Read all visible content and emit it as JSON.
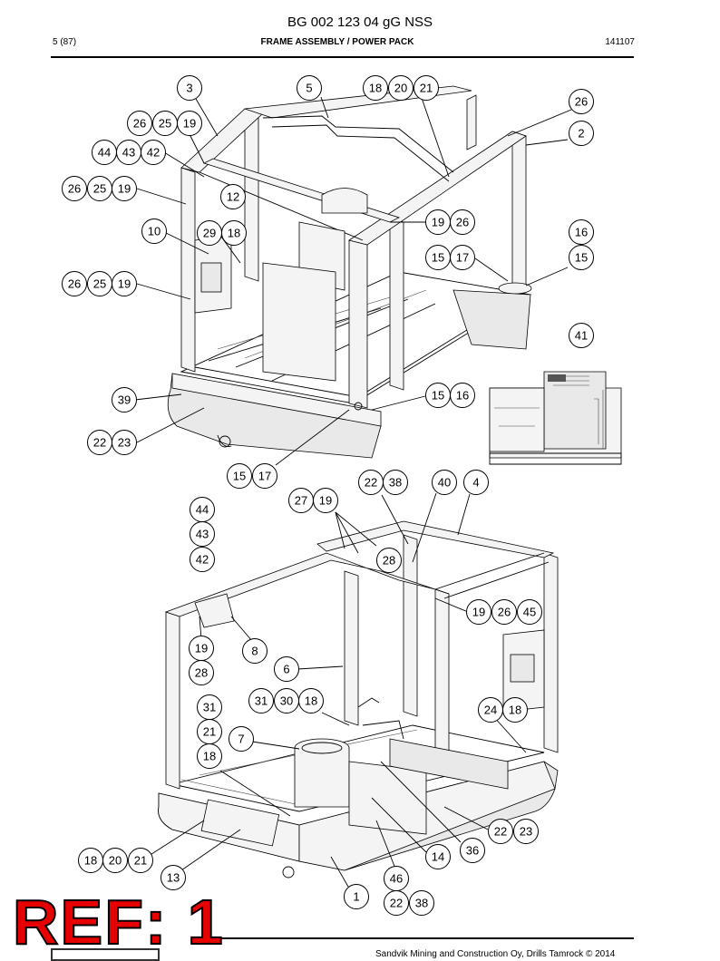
{
  "header": {
    "doc_number": "BG 002 123 04 gG NSS",
    "page": "5 (87)",
    "section_title": "FRAME ASSEMBLY / POWER PACK",
    "date_code": "141107"
  },
  "footer": {
    "copyright": "Sandvik Mining and Construction Oy, Drills Tamrock © 2014"
  },
  "stamp": {
    "text": "REF: 1",
    "color": "#e60000"
  },
  "callouts": {
    "upper": [
      "3",
      "5",
      "18",
      "20",
      "21",
      "26",
      "2",
      "26",
      "25",
      "19",
      "44",
      "43",
      "42",
      "26",
      "25",
      "19",
      "12",
      "10",
      "29",
      "18",
      "19",
      "26",
      "16",
      "15",
      "17",
      "15",
      "26",
      "25",
      "19",
      "41",
      "39",
      "15",
      "16",
      "22",
      "23",
      "15",
      "17"
    ],
    "lower": [
      "22",
      "38",
      "40",
      "4",
      "27",
      "19",
      "44",
      "43",
      "42",
      "28",
      "19",
      "26",
      "45",
      "8",
      "19",
      "28",
      "6",
      "31",
      "30",
      "18",
      "31",
      "24",
      "18",
      "21",
      "7",
      "18",
      "22",
      "23",
      "36",
      "14",
      "18",
      "20",
      "21",
      "13",
      "46",
      "1",
      "22",
      "38"
    ]
  }
}
